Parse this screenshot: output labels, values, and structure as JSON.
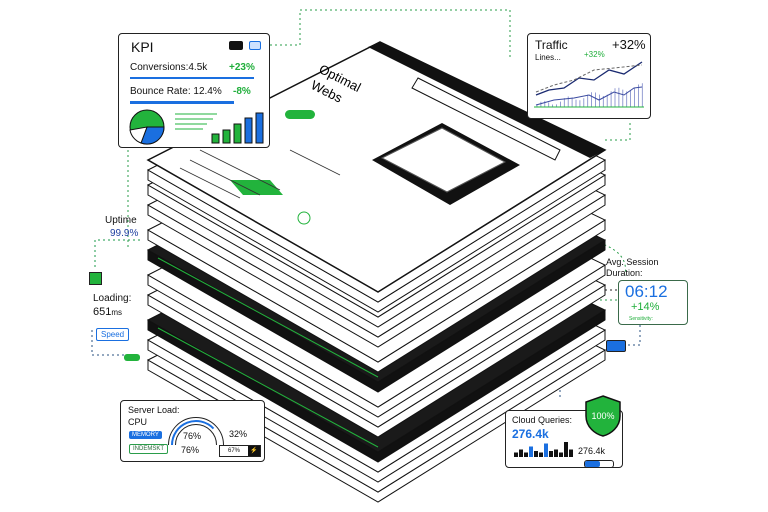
{
  "colors": {
    "accent_green": "#22b33c",
    "accent_blue": "#1a6fe0",
    "ink": "#111111"
  },
  "website": {
    "title_line1": "Optimal",
    "title_line2": "Webs"
  },
  "kpi": {
    "title": "KPI",
    "conversions_label": "Conversions:",
    "conversions_value": "4.5k",
    "conversions_change": "+23%",
    "bounce_label": "Bounce Rate:",
    "bounce_value": "12.4%",
    "bounce_change": "-8%",
    "icons": [
      "monitor-icon",
      "window-icon"
    ]
  },
  "traffic": {
    "title": "Traffic",
    "subtitle": "Lines...",
    "change_big": "+32%",
    "change_small": "+32%"
  },
  "uptime": {
    "label": "Uptime",
    "value": "99.9%"
  },
  "loading": {
    "label": "Loading:",
    "value": "651",
    "unit": "ms",
    "badge": "Speed"
  },
  "session": {
    "label_line1": "Avg. Session",
    "label_line2": "Duration:",
    "value": "06:12",
    "change": "+14%",
    "sub": "Sensitivity:"
  },
  "server": {
    "title": "Server Load:",
    "cpu_label": "CPU",
    "memory_badge": "MEMORY",
    "second_badge": "INDEMSKT",
    "gauge_value": "76%",
    "value_right": "32%",
    "value_bottom": "76%",
    "mini_value": "67%",
    "gauge_fraction": 0.76
  },
  "cloud": {
    "title": "Cloud Queries:",
    "value": "276.4k",
    "bars_value": "276.4k",
    "shield": "100%",
    "progress_fraction": 0.55,
    "bars": [
      3,
      5,
      3,
      7,
      4,
      3,
      9,
      4,
      5,
      3,
      10,
      5
    ]
  }
}
